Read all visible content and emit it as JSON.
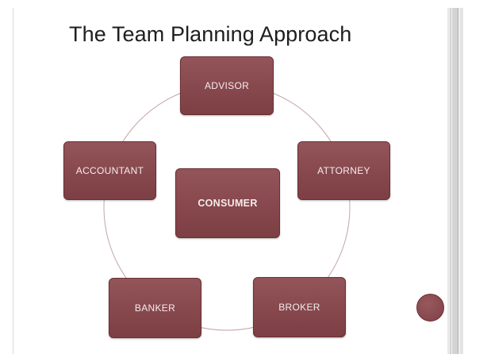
{
  "slide": {
    "title": "The Team Planning Approach"
  },
  "diagram": {
    "center_label": "CONSUMER",
    "nodes": [
      "ADVISOR",
      "ATTORNEY",
      "BROKER",
      "BANKER",
      "ACCOUNTANT"
    ]
  },
  "colors": {
    "node_fill": "#87484d",
    "node_border": "#6a2f32",
    "node_text": "#f4eced",
    "connector": "#c4a4a7"
  }
}
